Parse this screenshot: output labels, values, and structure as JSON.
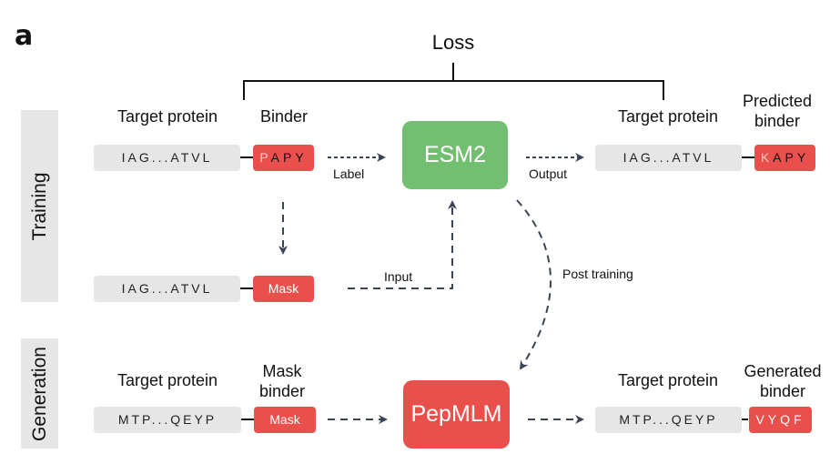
{
  "panel_label": "a",
  "loss_label": "Loss",
  "sections": {
    "training": "Training",
    "generation": "Generation"
  },
  "training": {
    "target_header": "Target protein",
    "binder_header": "Binder",
    "target_seq": "IAG...ATVL",
    "binder_first": "P",
    "binder_rest": "APY",
    "label_arrow": "Label",
    "model": "ESM2",
    "output_arrow": "Output",
    "out_target_header": "Target protein",
    "predicted_header_1": "Predicted",
    "predicted_header_2": "binder",
    "out_target_seq": "IAG...ATVL",
    "predicted_first": "K",
    "predicted_rest": "APY",
    "masked_target_seq": "IAG...ATVL",
    "mask_token": "Mask",
    "input_arrow": "Input",
    "post_training": "Post training"
  },
  "generation": {
    "target_header": "Target protein",
    "mask_header_1": "Mask",
    "mask_header_2": "binder",
    "target_seq": "MTP...QEYP",
    "mask_token": "Mask",
    "model": "PepMLM",
    "out_target_header": "Target protein",
    "generated_header_1": "Generated",
    "generated_header_2": "binder",
    "out_target_seq": "MTP...QEYP",
    "generated_seq": "VYQF"
  },
  "colors": {
    "esm2": "#72bf72",
    "pepmlm": "#e9504b",
    "token_red": "#e9504b",
    "seq_gray": "#e6e6e6",
    "arrow": "#3b4455"
  }
}
